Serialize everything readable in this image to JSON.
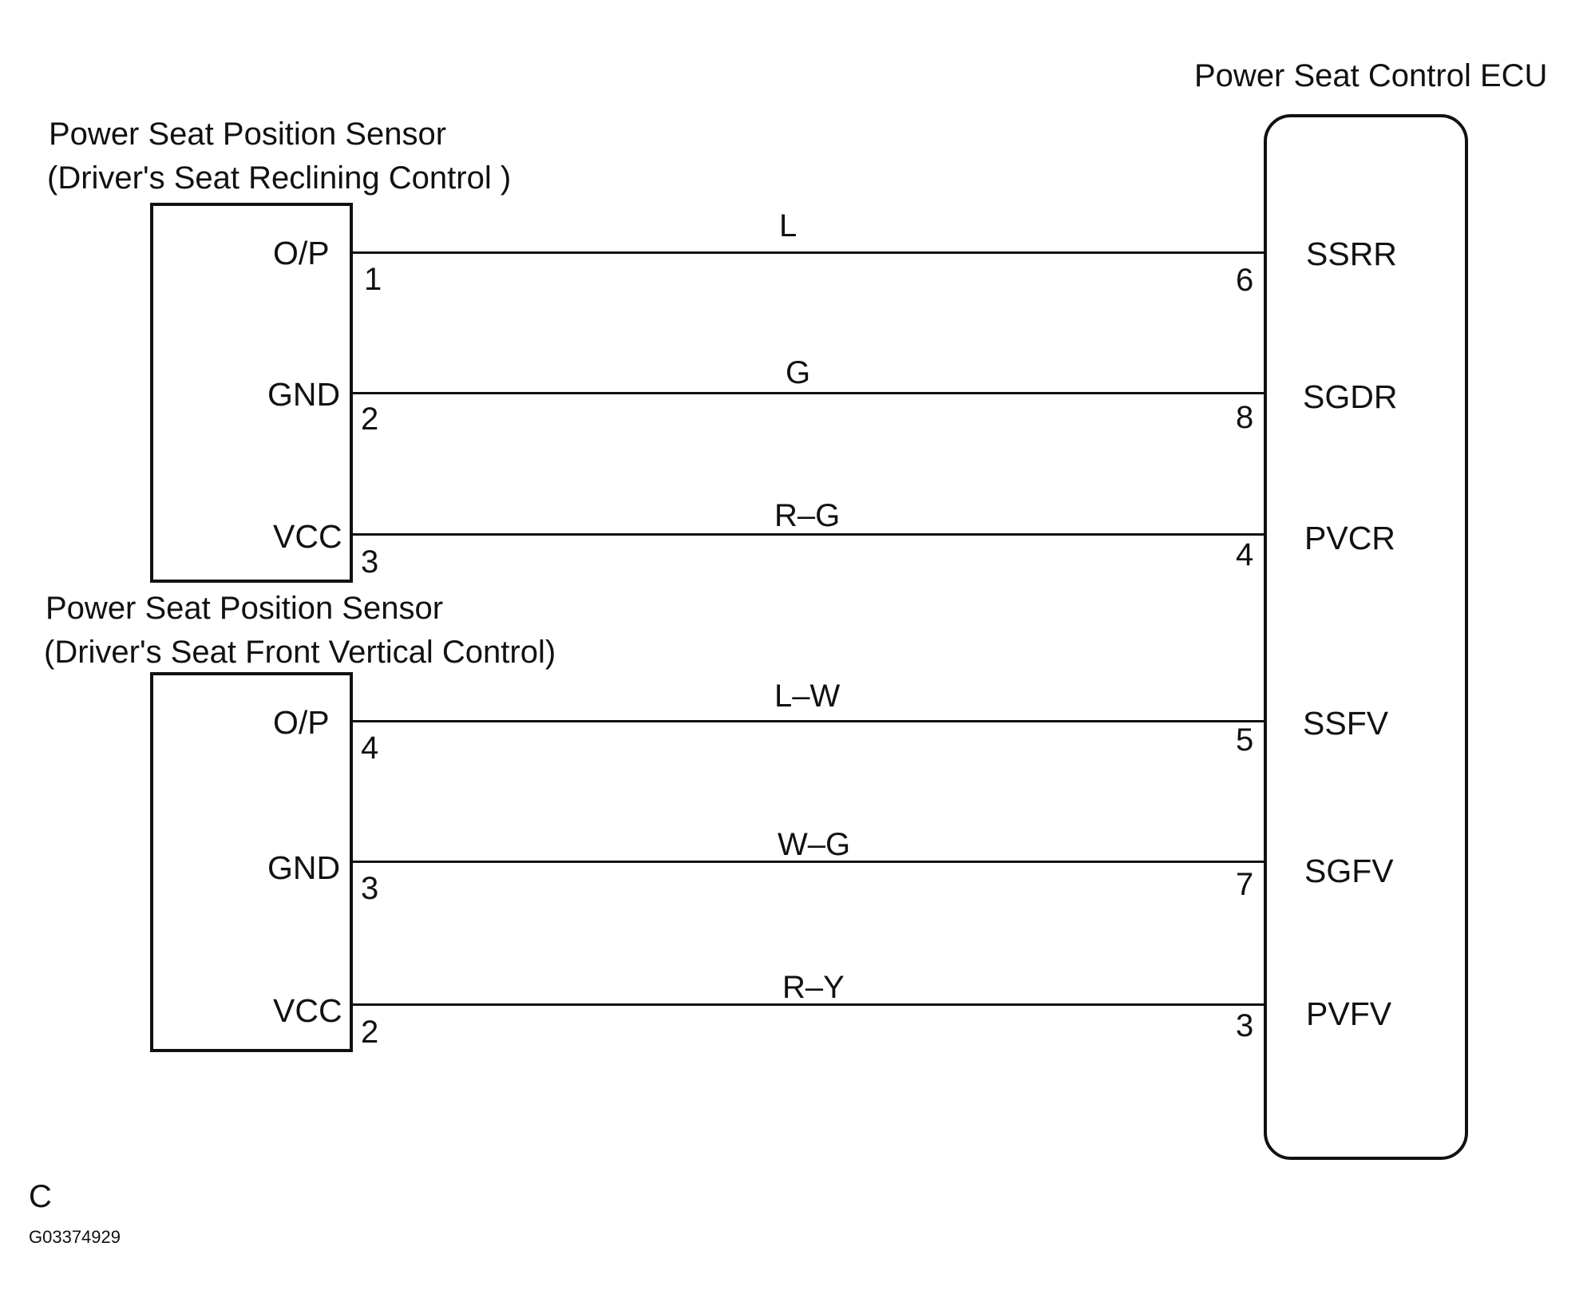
{
  "ecu": {
    "title": "Power Seat Control  ECU",
    "terminals": [
      "SSRR",
      "SGDR",
      "PVCR",
      "SSFV",
      "SGFV",
      "PVFV"
    ]
  },
  "sensor1": {
    "title_line1": "Power Seat Position Sensor",
    "title_line2": "(Driver's Seat Reclining Control )",
    "pins": [
      "O/P",
      "GND",
      "VCC"
    ],
    "pin_numbers": [
      "1",
      "2",
      "3"
    ]
  },
  "sensor2": {
    "title_line1": "Power Seat Position Sensor",
    "title_line2": "(Driver's Seat Front Vertical Control)",
    "pins": [
      "O/P",
      "GND",
      "VCC"
    ],
    "pin_numbers": [
      "4",
      "3",
      "2"
    ]
  },
  "wires": [
    {
      "color": "L",
      "ecu_pin": "6"
    },
    {
      "color": "G",
      "ecu_pin": "8"
    },
    {
      "color": "R–G",
      "ecu_pin": "4"
    },
    {
      "color": "L–W",
      "ecu_pin": "5"
    },
    {
      "color": "W–G",
      "ecu_pin": "7"
    },
    {
      "color": "R–Y",
      "ecu_pin": "3"
    }
  ],
  "footer": {
    "letter": "C",
    "code": "G03374929"
  }
}
